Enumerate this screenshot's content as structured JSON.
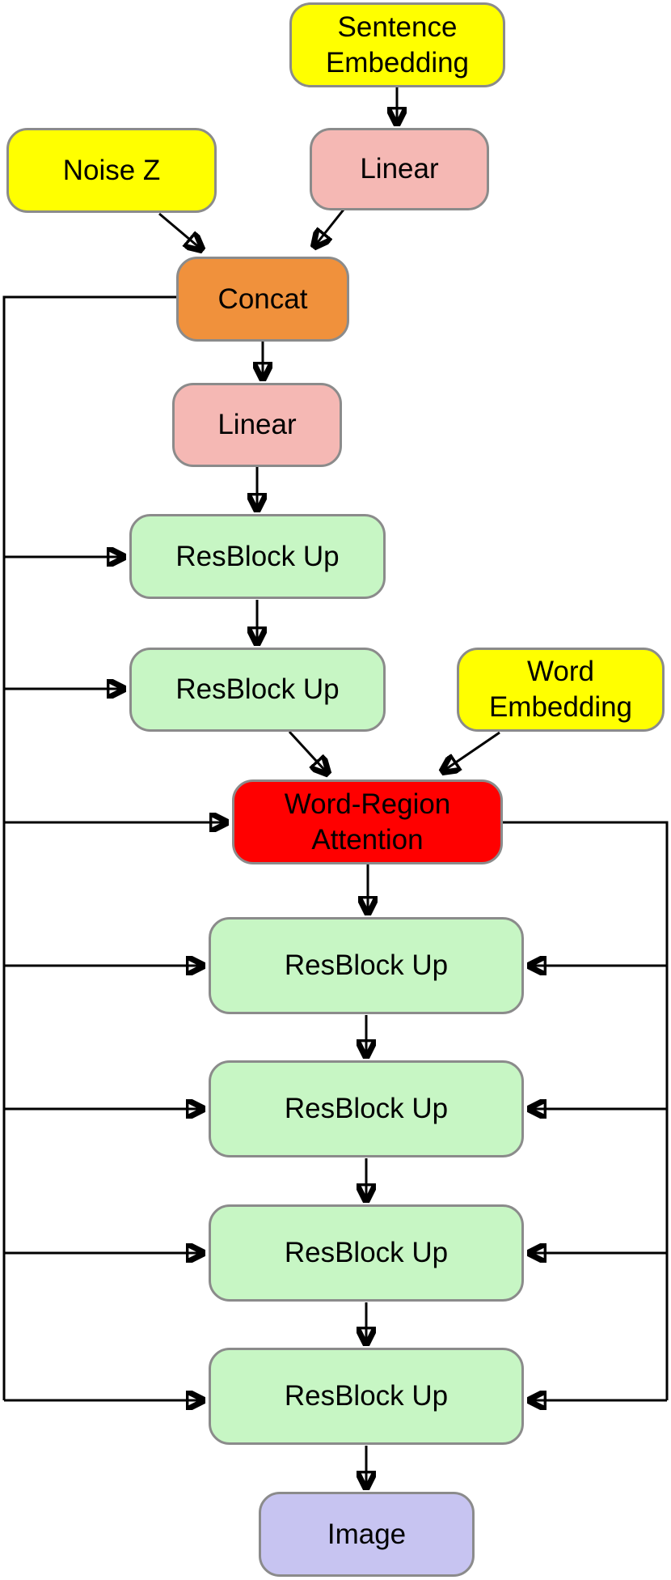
{
  "diagram": {
    "description": "Generator architecture flowchart",
    "colors": {
      "input_yellow": "#FFFF00",
      "linear_pink": "#F5B8B4",
      "concat_orange": "#F0913C",
      "resblock_green": "#C7F6C4",
      "attention_red": "#FF0000",
      "image_lavender": "#C7C4F1",
      "node_border_gray": "#8B8B8B",
      "wire_black": "#000000"
    },
    "nodes": [
      {
        "id": "sentence-embedding",
        "label": "Sentence Embedding",
        "color": "#FFFF00"
      },
      {
        "id": "noise-z",
        "label": "Noise Z",
        "color": "#FFFF00"
      },
      {
        "id": "linear-top",
        "label": "Linear",
        "color": "#F5B8B4"
      },
      {
        "id": "concat",
        "label": "Concat",
        "color": "#F0913C"
      },
      {
        "id": "linear-mid",
        "label": "Linear",
        "color": "#F5B8B4"
      },
      {
        "id": "resblock-up-1",
        "label": "ResBlock Up",
        "color": "#C7F6C4"
      },
      {
        "id": "resblock-up-2",
        "label": "ResBlock Up",
        "color": "#C7F6C4"
      },
      {
        "id": "word-embedding",
        "label": "Word Embedding",
        "color": "#FFFF00"
      },
      {
        "id": "word-region-attention",
        "label": "Word-Region Attention",
        "color": "#FF0000"
      },
      {
        "id": "resblock-up-3",
        "label": "ResBlock Up",
        "color": "#C7F6C4"
      },
      {
        "id": "resblock-up-4",
        "label": "ResBlock Up",
        "color": "#C7F6C4"
      },
      {
        "id": "resblock-up-5",
        "label": "ResBlock Up",
        "color": "#C7F6C4"
      },
      {
        "id": "resblock-up-6",
        "label": "ResBlock Up",
        "color": "#C7F6C4"
      },
      {
        "id": "image",
        "label": "Image",
        "color": "#C7C4F1"
      }
    ],
    "edges": [
      {
        "from": "sentence-embedding",
        "to": "linear-top"
      },
      {
        "from": "noise-z",
        "to": "concat"
      },
      {
        "from": "linear-top",
        "to": "concat"
      },
      {
        "from": "concat",
        "to": "linear-mid"
      },
      {
        "from": "linear-mid",
        "to": "resblock-up-1"
      },
      {
        "from": "resblock-up-1",
        "to": "resblock-up-2"
      },
      {
        "from": "resblock-up-2",
        "to": "word-region-attention"
      },
      {
        "from": "word-embedding",
        "to": "word-region-attention"
      },
      {
        "from": "word-region-attention",
        "to": "resblock-up-3"
      },
      {
        "from": "resblock-up-3",
        "to": "resblock-up-4"
      },
      {
        "from": "resblock-up-4",
        "to": "resblock-up-5"
      },
      {
        "from": "resblock-up-5",
        "to": "resblock-up-6"
      },
      {
        "from": "resblock-up-6",
        "to": "image"
      },
      {
        "from": "concat",
        "to": "resblock-up-1",
        "via": "left-trunk"
      },
      {
        "from": "concat",
        "to": "resblock-up-2",
        "via": "left-trunk"
      },
      {
        "from": "concat",
        "to": "word-region-attention",
        "via": "left-trunk"
      },
      {
        "from": "concat",
        "to": "resblock-up-3",
        "via": "left-trunk"
      },
      {
        "from": "concat",
        "to": "resblock-up-4",
        "via": "left-trunk"
      },
      {
        "from": "concat",
        "to": "resblock-up-5",
        "via": "left-trunk"
      },
      {
        "from": "concat",
        "to": "resblock-up-6",
        "via": "left-trunk"
      },
      {
        "from": "word-region-attention",
        "to": "resblock-up-3",
        "via": "right-trunk"
      },
      {
        "from": "word-region-attention",
        "to": "resblock-up-4",
        "via": "right-trunk"
      },
      {
        "from": "word-region-attention",
        "to": "resblock-up-5",
        "via": "right-trunk"
      },
      {
        "from": "word-region-attention",
        "to": "resblock-up-6",
        "via": "right-trunk"
      }
    ]
  }
}
